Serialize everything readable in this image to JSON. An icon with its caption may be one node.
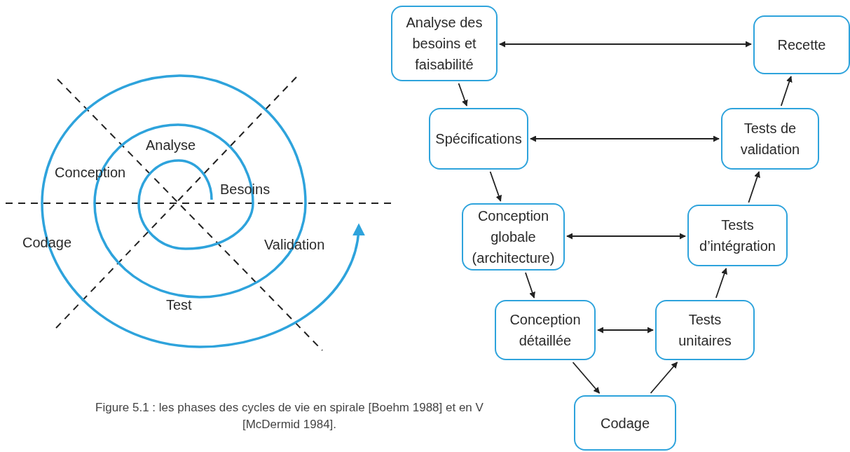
{
  "diagram": {
    "caption": "Figure 5.1 : les phases des cycles de vie en spirale [Boehm 1988] et en V [McDermid 1984].",
    "nodes": [
      {
        "text": [
          "Analyse des besoins et faisabilité"
        ]
      },
      {
        "text": [
          "Recette"
        ]
      },
      {
        "text": [
          "Spécifications"
        ]
      },
      {
        "text": [
          "Tests de validation"
        ]
      },
      {
        "text": [
          "Conception globale (architecture)"
        ]
      },
      {
        "text": [
          "Tests d’intégration"
        ]
      },
      {
        "text": [
          "Conception détaillée"
        ]
      },
      {
        "text": [
          "Tests unitaires"
        ]
      },
      {
        "text": [
          "Codage"
        ]
      }
    ],
    "edges": [
      {
        "from": 0,
        "to": 1,
        "arrow": "both"
      },
      {
        "from": 0,
        "to": 2,
        "arrow": "to"
      },
      {
        "from": 2,
        "to": 3,
        "arrow": "both"
      },
      {
        "from": 2,
        "to": 4,
        "arrow": "to"
      },
      {
        "from": 4,
        "to": 5,
        "arrow": "both"
      },
      {
        "from": 4,
        "to": 6,
        "arrow": "to"
      },
      {
        "from": 6,
        "to": 7,
        "arrow": "both"
      },
      {
        "from": 6,
        "to": 8,
        "arrow": "to"
      },
      {
        "from": 8,
        "to": 7,
        "arrow": "to"
      },
      {
        "from": 7,
        "to": 5,
        "arrow": "to"
      },
      {
        "from": 5,
        "to": 3,
        "arrow": "to"
      },
      {
        "from": 3,
        "to": 1,
        "arrow": "to"
      }
    ],
    "labels": [
      "Analyse",
      "Conception",
      "Besoins",
      "Codage",
      "Validation",
      "Test"
    ]
  }
}
